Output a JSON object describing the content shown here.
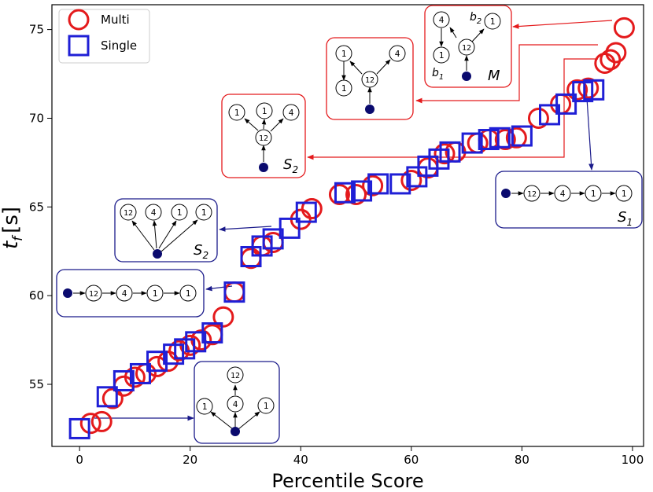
{
  "chart_data": {
    "type": "scatter",
    "xlabel": "Percentile Score",
    "ylabel_main": "t",
    "ylabel_sub": "f",
    "ylabel_unit": "[s]",
    "xlim": [
      -5,
      102
    ],
    "ylim": [
      51.5,
      76.4
    ],
    "xticks": [
      0,
      20,
      40,
      60,
      80,
      100
    ],
    "yticks": [
      55,
      60,
      65,
      70,
      75
    ],
    "grid": false,
    "legend_position": "top-left",
    "series": [
      {
        "name": "Multi",
        "marker": "circle",
        "color": "#e41a1c",
        "points": [
          [
            2,
            52.8
          ],
          [
            4,
            52.9
          ],
          [
            6,
            54.2
          ],
          [
            8,
            54.9
          ],
          [
            10,
            55.4
          ],
          [
            12,
            55.6
          ],
          [
            14,
            56.0
          ],
          [
            16,
            56.3
          ],
          [
            18,
            56.9
          ],
          [
            20,
            57.2
          ],
          [
            22,
            57.5
          ],
          [
            24,
            57.8
          ],
          [
            26,
            58.8
          ],
          [
            28,
            60.2
          ],
          [
            31,
            62.1
          ],
          [
            33,
            62.8
          ],
          [
            35,
            63.0
          ],
          [
            40,
            64.3
          ],
          [
            42,
            64.9
          ],
          [
            47,
            65.7
          ],
          [
            50,
            65.7
          ],
          [
            53,
            66.2
          ],
          [
            60,
            66.5
          ],
          [
            63,
            67.2
          ],
          [
            66,
            68.0
          ],
          [
            68,
            68.1
          ],
          [
            72,
            68.6
          ],
          [
            74,
            68.8
          ],
          [
            77,
            68.8
          ],
          [
            79,
            68.9
          ],
          [
            83,
            70.0
          ],
          [
            87,
            70.8
          ],
          [
            90,
            71.6
          ],
          [
            92,
            71.7
          ],
          [
            95,
            73.1
          ],
          [
            96,
            73.3
          ],
          [
            97,
            73.7
          ],
          [
            98.5,
            75.1
          ]
        ]
      },
      {
        "name": "Single",
        "marker": "square",
        "color": "#1f1fd6",
        "points": [
          [
            0,
            52.5
          ],
          [
            5,
            54.3
          ],
          [
            8,
            55.2
          ],
          [
            11,
            55.6
          ],
          [
            14,
            56.3
          ],
          [
            17,
            56.7
          ],
          [
            19,
            57.0
          ],
          [
            21,
            57.4
          ],
          [
            24,
            57.9
          ],
          [
            28,
            60.2
          ],
          [
            31,
            62.2
          ],
          [
            33,
            62.8
          ],
          [
            35,
            63.2
          ],
          [
            38,
            63.8
          ],
          [
            41,
            64.7
          ],
          [
            48,
            65.8
          ],
          [
            51,
            65.9
          ],
          [
            54,
            66.3
          ],
          [
            58,
            66.3
          ],
          [
            61,
            66.7
          ],
          [
            63,
            67.3
          ],
          [
            65,
            67.7
          ],
          [
            67,
            68.1
          ],
          [
            71,
            68.6
          ],
          [
            74,
            68.8
          ],
          [
            76,
            68.9
          ],
          [
            80,
            69.0
          ],
          [
            85,
            70.2
          ],
          [
            88,
            70.8
          ],
          [
            91,
            71.5
          ],
          [
            93,
            71.6
          ]
        ]
      }
    ]
  },
  "insets": {
    "multi_top": {
      "nodes": [
        "4",
        "1",
        "12",
        "1"
      ],
      "label_main": "M",
      "label_b1": "b",
      "label_b1_sub": "1",
      "label_b2": "b",
      "label_b2_sub": "2"
    },
    "multi_mid": {
      "nodes": [
        "1",
        "1",
        "12",
        "4"
      ]
    },
    "multi_s2": {
      "nodes": [
        "1",
        "1",
        "4",
        "12"
      ],
      "label_main": "S",
      "label_sub": "2"
    },
    "single_s1": {
      "nodes": [
        "12",
        "4",
        "1",
        "1"
      ],
      "label_main": "S",
      "label_sub": "1"
    },
    "single_s2": {
      "nodes": [
        "12",
        "4",
        "1",
        "1"
      ],
      "label_main": "S",
      "label_sub": "2"
    },
    "single_chain": {
      "nodes": [
        "12",
        "4",
        "1",
        "1"
      ]
    },
    "single_bottom": {
      "nodes": [
        "12",
        "4",
        "1",
        "1"
      ]
    }
  }
}
